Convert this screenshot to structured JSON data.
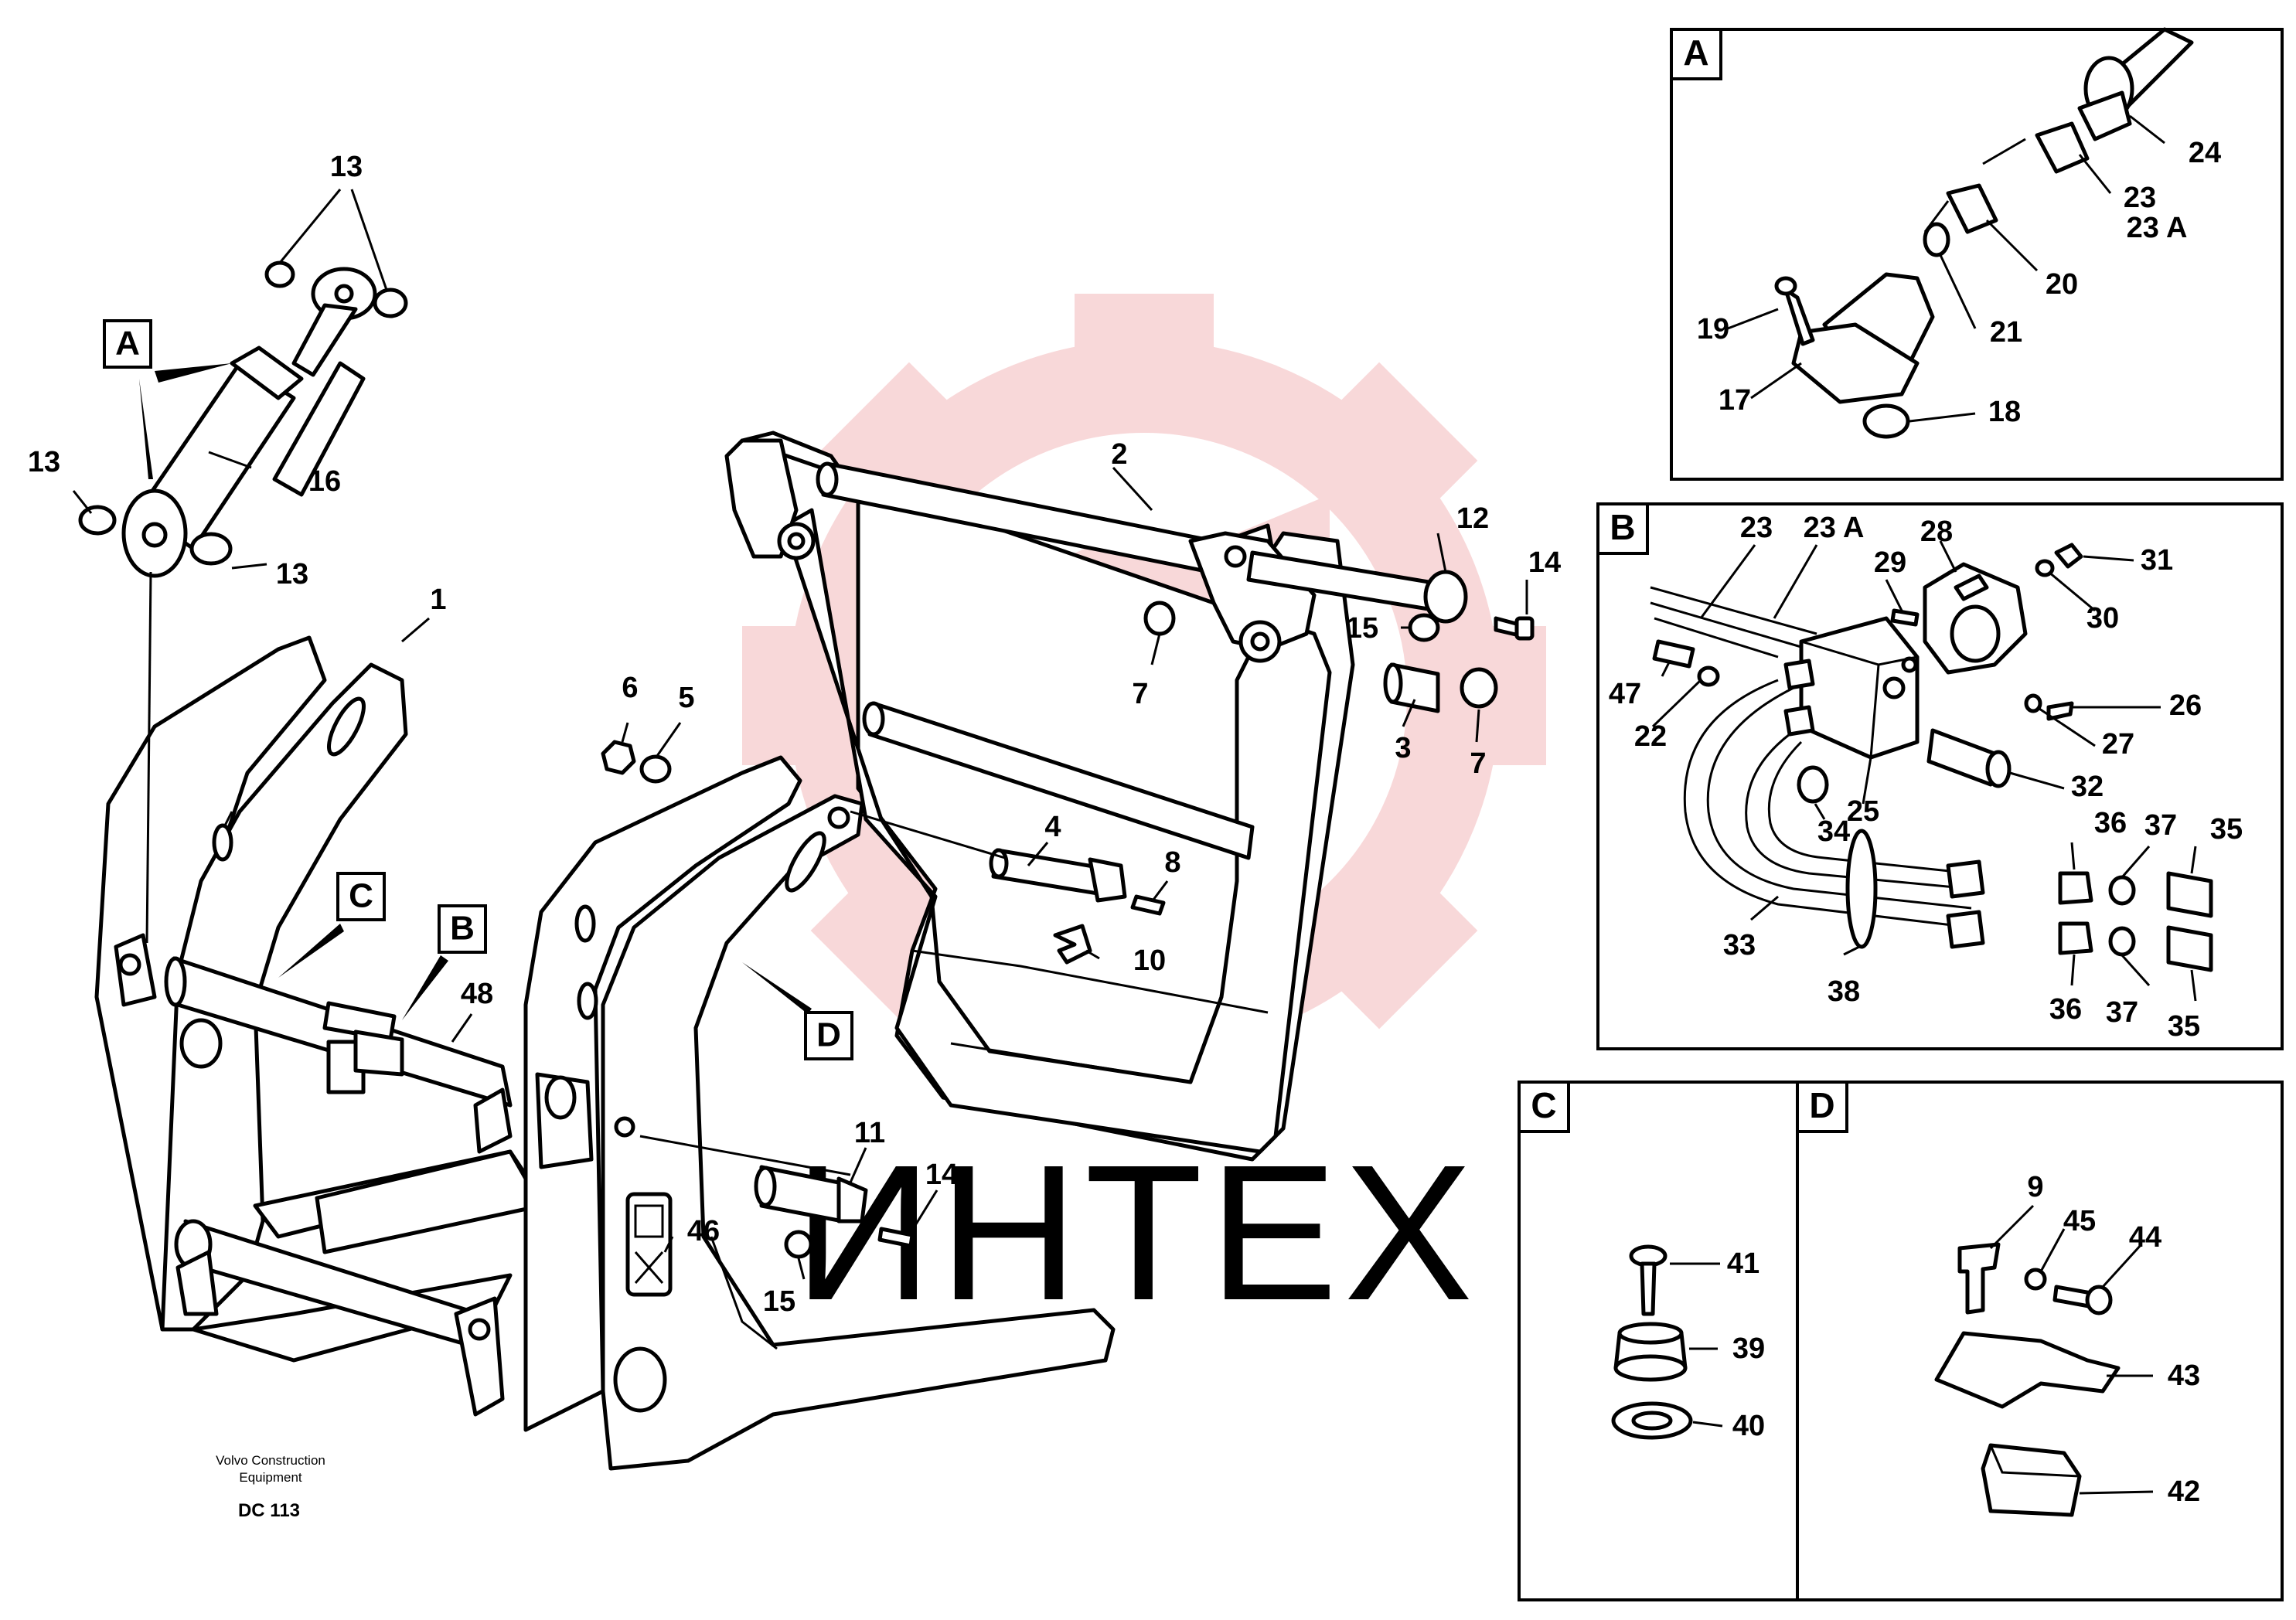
{
  "watermark": {
    "text": "ИНТЕХ",
    "color": "#d9141b"
  },
  "footer": {
    "line1": "Volvo Construction",
    "line2": "Equipment",
    "code": "DC 113"
  },
  "callouts": {
    "a": "A",
    "b": "B",
    "c": "C",
    "d": "D"
  },
  "main_labels": {
    "l1": "1",
    "l2": "2",
    "l3": "3",
    "l4": "4",
    "l5": "5",
    "l6": "6",
    "l7a": "7",
    "l7b": "7",
    "l8": "8",
    "l10": "10",
    "l11": "11",
    "l12": "12",
    "l13a": "13",
    "l13b": "13",
    "l13c": "13",
    "l14a": "14",
    "l14b": "14",
    "l15a": "15",
    "l15b": "15",
    "l16": "16",
    "l46": "46",
    "l48": "48"
  },
  "inset_a": {
    "title": "A",
    "labels": {
      "l24": "24",
      "l23": "23",
      "l23a": "23 A",
      "l20": "20",
      "l21": "21",
      "l19": "19",
      "l17": "17",
      "l18": "18"
    }
  },
  "inset_b": {
    "title": "B",
    "labels": {
      "l23": "23",
      "l23a": "23 A",
      "l28": "28",
      "l29": "29",
      "l31": "31",
      "l30": "30",
      "l47": "47",
      "l22": "22",
      "l26": "26",
      "l27": "27",
      "l32": "32",
      "l25": "25",
      "l34": "34",
      "l36a": "36",
      "l37a": "37",
      "l35a": "35",
      "l33": "33",
      "l38": "38",
      "l36b": "36",
      "l37b": "37",
      "l35b": "35"
    }
  },
  "inset_c": {
    "title": "C",
    "labels": {
      "l41": "41",
      "l39": "39",
      "l40": "40"
    }
  },
  "inset_d": {
    "title": "D",
    "labels": {
      "l9": "9",
      "l45": "45",
      "l44": "44",
      "l43": "43",
      "l42": "42"
    }
  }
}
